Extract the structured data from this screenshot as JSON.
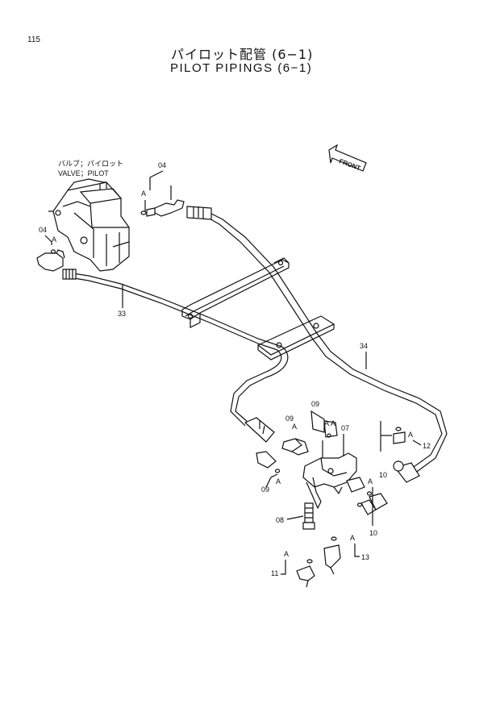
{
  "page_number": "115",
  "title_jp": "パイロット配管 (6−1)",
  "title_en": "PILOT PIPINGS (6−1)",
  "component_label_jp": "バルブ；パイロット",
  "component_label_en": "VALVE；PILOT",
  "front_marker": "FRONT",
  "callouts": {
    "c04a": "04",
    "c04b": "04",
    "c33": "33",
    "c34": "34",
    "c09a": "09",
    "c09b": "09",
    "c09c": "09",
    "c07": "07",
    "c08": "08",
    "c10a": "10",
    "c10b": "10",
    "c11": "11",
    "c12": "12",
    "c13": "13"
  },
  "view_marks": {
    "a1": "A",
    "a2": "A",
    "a3": "A",
    "a4": "A",
    "a5": "A",
    "a6": "A",
    "a7": "A",
    "a8": "A",
    "a9": "A",
    "a10": "A"
  }
}
